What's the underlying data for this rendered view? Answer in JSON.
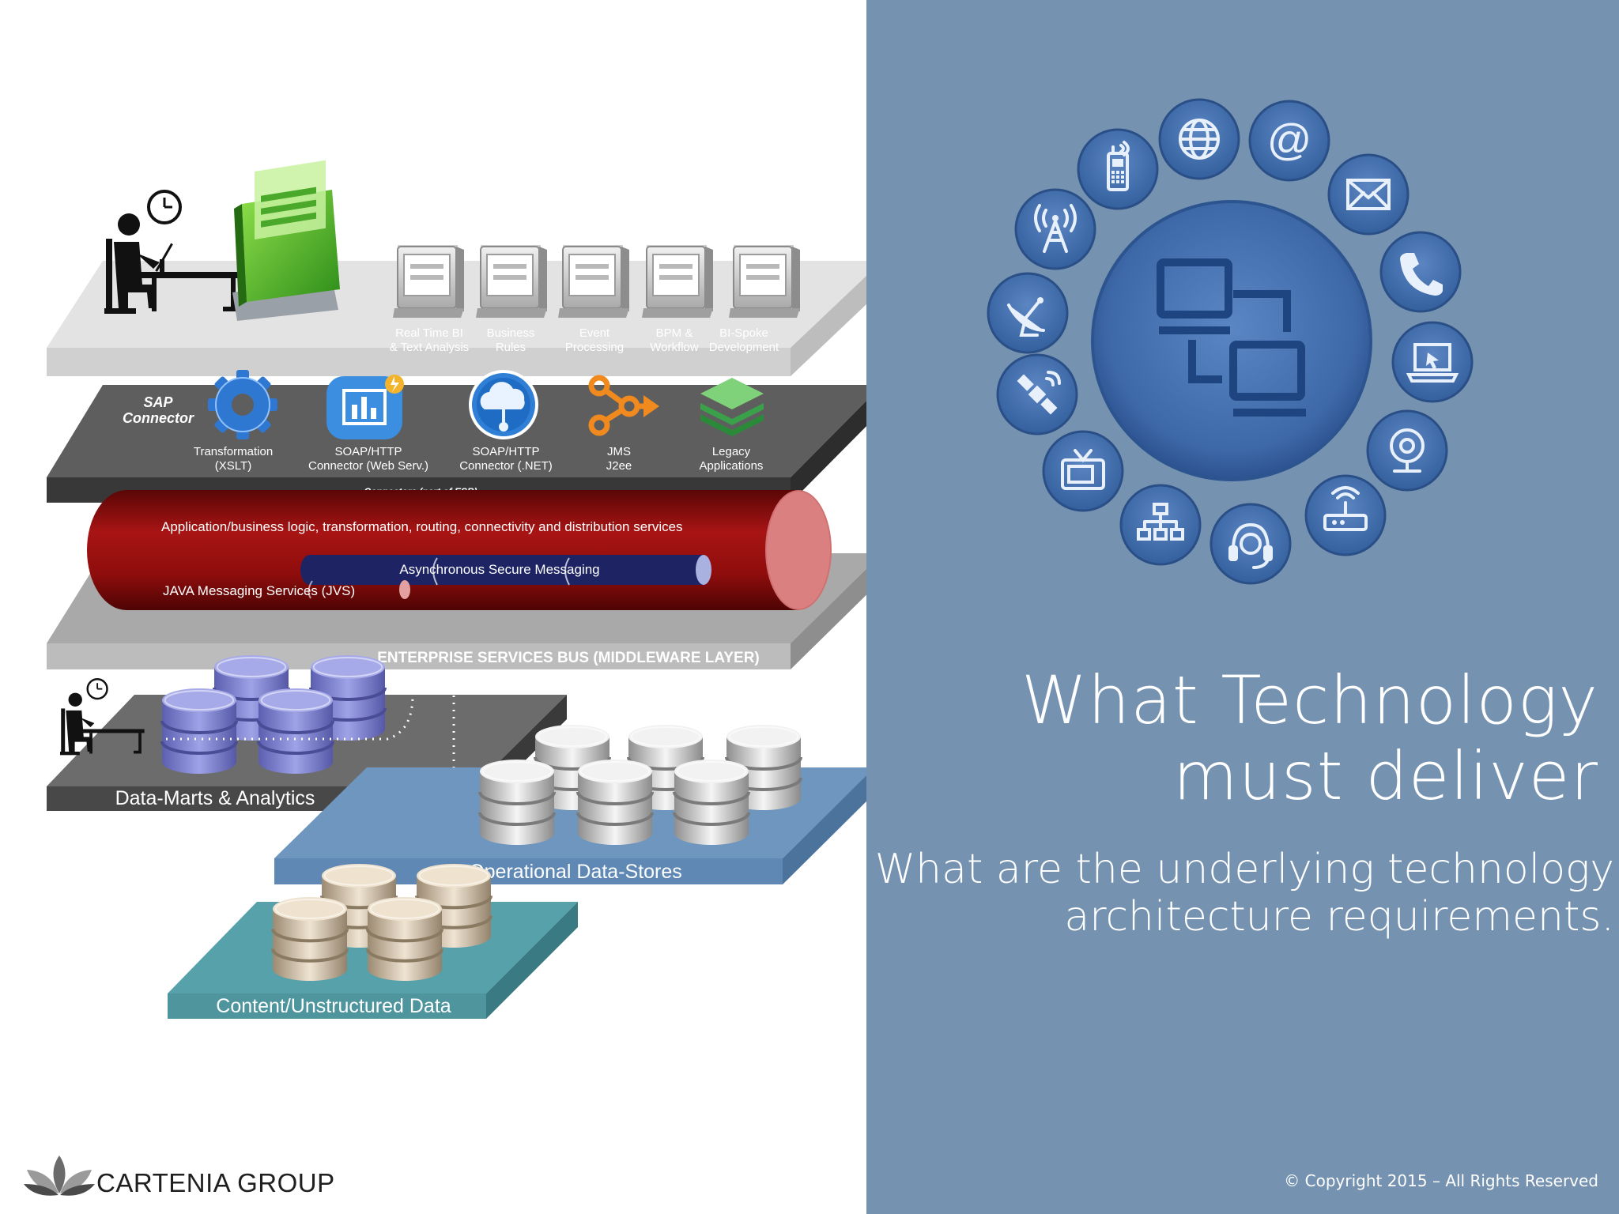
{
  "colors": {
    "panel": "#7592b0",
    "esb_tube": "#9b1010",
    "messaging_tube": "#1c2466",
    "ops_layer": "#6e95bd",
    "content_layer": "#4f9aa2",
    "app_layer": "#d9d9d9",
    "connector_layer": "#5c5c5c"
  },
  "app_layer": {
    "items": [
      {
        "line1": "Real Time BI",
        "line2": "& Text Analysis",
        "icon": "monitor-icon"
      },
      {
        "line1": "Business",
        "line2": "Rules",
        "icon": "monitor-icon"
      },
      {
        "line1": "Event",
        "line2": "Processing",
        "icon": "monitor-icon"
      },
      {
        "line1": "BPM &",
        "line2": "Workflow",
        "icon": "monitor-icon"
      },
      {
        "line1": "BI-Spoke",
        "line2": "Development",
        "icon": "monitor-icon"
      }
    ]
  },
  "connector_layer": {
    "sap_line1": "SAP",
    "sap_line2": "Connector",
    "items": [
      {
        "line1": "Transformation",
        "line2": "(XSLT)",
        "icon": "gear-icon"
      },
      {
        "line1": "SOAP/HTTP",
        "line2": "Connector (Web Serv.)",
        "icon": "chart-icon"
      },
      {
        "line1": "SOAP/HTTP",
        "line2": "Connector (.NET)",
        "icon": "cloud-icon"
      },
      {
        "line1": "JMS",
        "line2": "J2ee",
        "icon": "flow-icon"
      },
      {
        "line1": "Legacy",
        "line2": "Applications",
        "icon": "layers-icon"
      }
    ],
    "footnote": "Connectors (part of ESB)"
  },
  "esb": {
    "logic": "Application/business logic, transformation, routing, connectivity and distribution services",
    "async": "Asynchronous Secure Messaging",
    "jvs": "JAVA Messaging Services (JVS)",
    "bus_label": "ENTERPRISE SERVICES BUS (MIDDLEWARE LAYER)"
  },
  "data_layers": {
    "marts": "Data-Marts & Analytics",
    "ops": "Operational Data-Stores",
    "content": "Content/Unstructured Data"
  },
  "channel_icons": [
    "globe-icon",
    "at-icon",
    "mail-icon",
    "phone-icon",
    "laptop-icon",
    "webcam-icon",
    "router-icon",
    "headset-icon",
    "network-icon",
    "tv-icon",
    "satellite-icon",
    "dish-icon",
    "antenna-icon",
    "mobile-icon"
  ],
  "title": {
    "line1": "What Technology",
    "line2": "must deliver"
  },
  "subtitle": {
    "line1": "What are the underlying technology",
    "line2": "architecture requirements."
  },
  "copyright": "© Copyright 2015 – All Rights Reserved",
  "logo": {
    "text": "CARTENIA GROUP"
  }
}
